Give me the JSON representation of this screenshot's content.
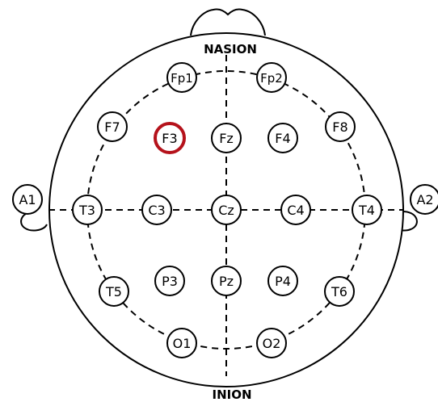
{
  "landmarks": {
    "top": "NASION",
    "bottom": "INION"
  },
  "electrodes": [
    {
      "id": "fp1",
      "label": "Fp1"
    },
    {
      "id": "fp2",
      "label": "Fp2"
    },
    {
      "id": "f7",
      "label": "F7"
    },
    {
      "id": "f3",
      "label": "F3",
      "highlighted": true
    },
    {
      "id": "fz",
      "label": "Fz"
    },
    {
      "id": "f4",
      "label": "F4"
    },
    {
      "id": "f8",
      "label": "F8"
    },
    {
      "id": "a1",
      "label": "A1"
    },
    {
      "id": "t3",
      "label": "T3"
    },
    {
      "id": "c3",
      "label": "C3"
    },
    {
      "id": "cz",
      "label": "Cz"
    },
    {
      "id": "c4",
      "label": "C4"
    },
    {
      "id": "t4",
      "label": "T4"
    },
    {
      "id": "a2",
      "label": "A2"
    },
    {
      "id": "t5",
      "label": "T5"
    },
    {
      "id": "p3",
      "label": "P3"
    },
    {
      "id": "pz",
      "label": "Pz"
    },
    {
      "id": "p4",
      "label": "P4"
    },
    {
      "id": "t6",
      "label": "T6"
    },
    {
      "id": "o1",
      "label": "O1"
    },
    {
      "id": "o2",
      "label": "O2"
    }
  ],
  "colors": {
    "line": "#000000",
    "highlight": "#b5121b"
  }
}
